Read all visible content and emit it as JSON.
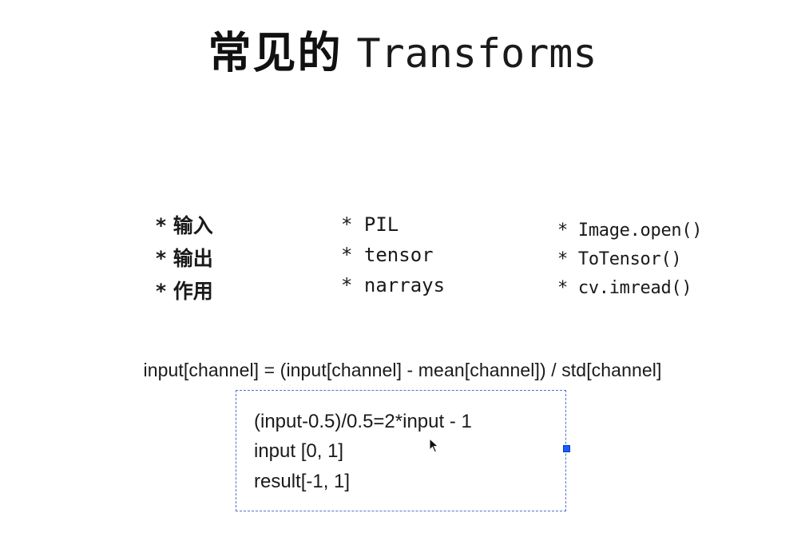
{
  "slide": {
    "title_cn": "常见的",
    "title_en": "Transforms",
    "labels": [
      "* 输入",
      "* 输出",
      "* 作用"
    ],
    "types": [
      "* PIL",
      "* tensor",
      "* narrays"
    ],
    "methods": [
      "* Image.open()",
      "* ToTensor()",
      "* cv.imread()"
    ],
    "formula": "input[channel] = (input[channel] - mean[channel]) / std[channel]",
    "note": {
      "line1": "(input-0.5)/0.5=2*input - 1",
      "line2": "input [0, 1]",
      "line3": "result[-1, 1]"
    }
  },
  "colors": {
    "text": "#1a1a1a",
    "selection_border": "#4d74c9",
    "handle": "#1a5cff"
  },
  "icons": {
    "cursor": "mouse-pointer-icon",
    "handle": "resize-handle"
  }
}
